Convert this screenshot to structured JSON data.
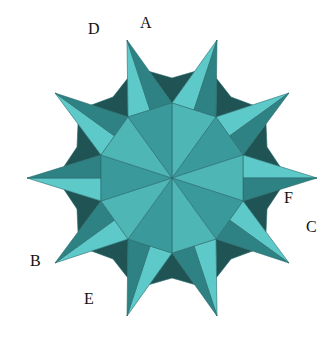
{
  "diagram": {
    "labels": [
      "D",
      "A",
      "F",
      "C",
      "B",
      "E"
    ]
  }
}
